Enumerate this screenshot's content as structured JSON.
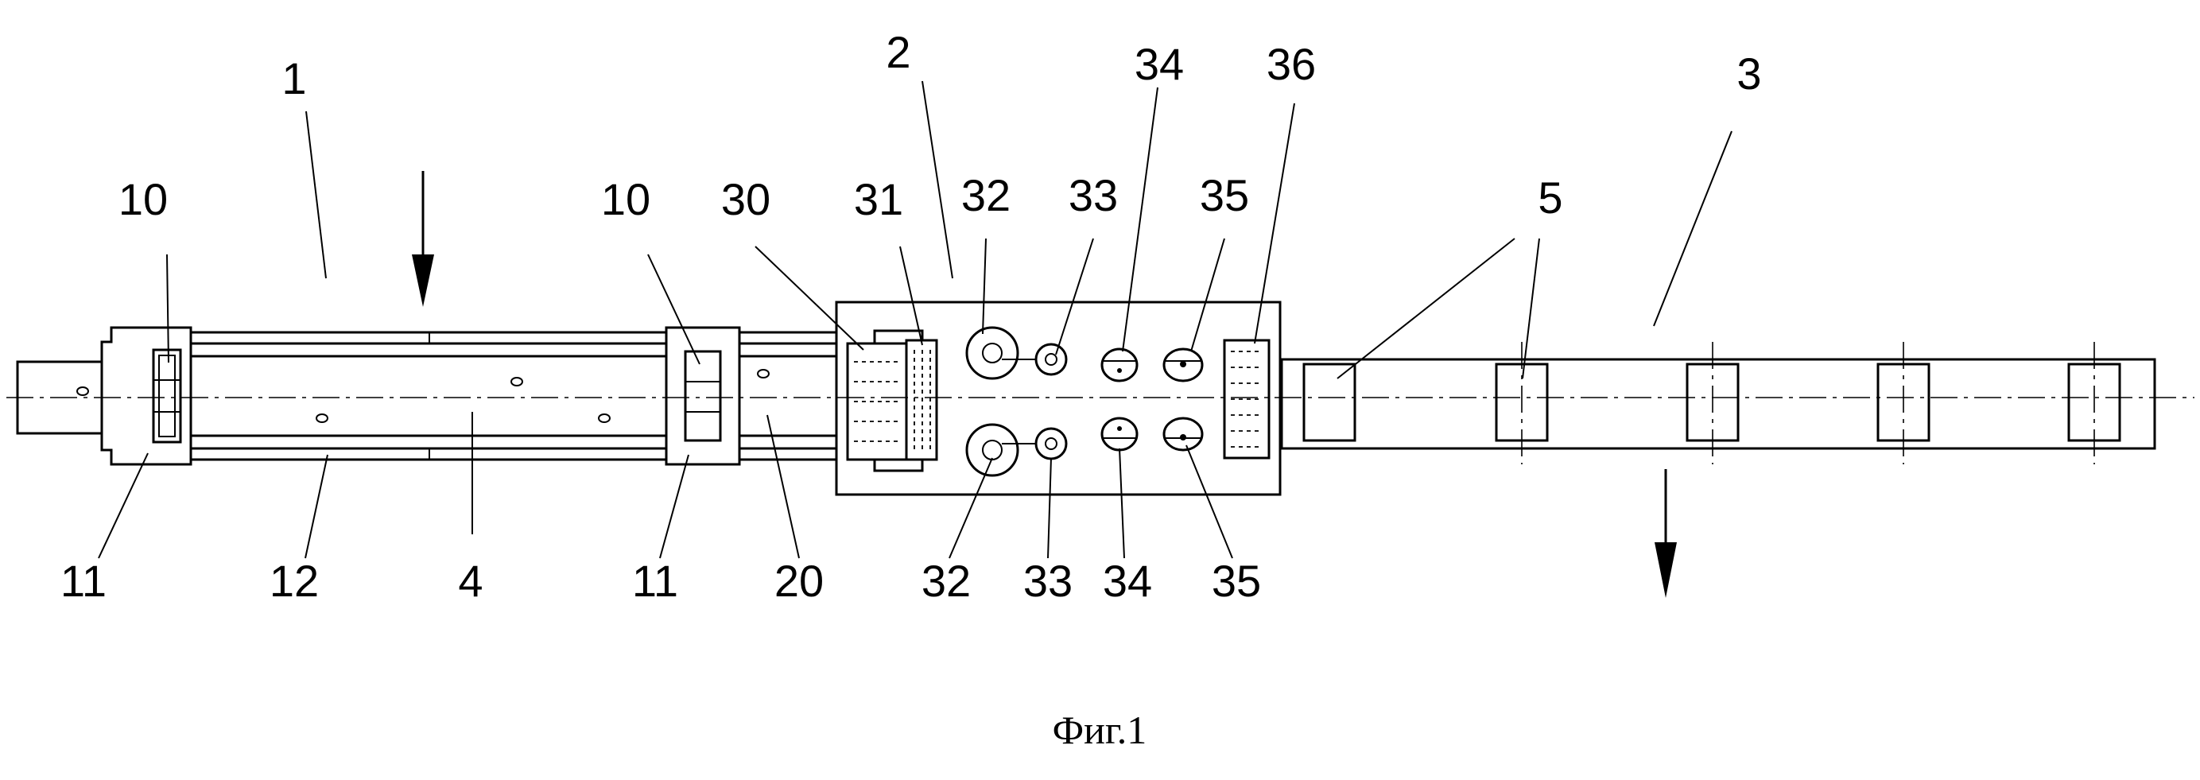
{
  "caption": "Фиг.1",
  "labels": {
    "l1": "1",
    "l2": "2",
    "l3": "3",
    "l4": "4",
    "l5a": "5",
    "l5b": "5",
    "l10a": "10",
    "l10b": "10",
    "l11a": "11",
    "l11b": "11",
    "l12": "12",
    "l20": "20",
    "l30": "30",
    "l31": "31",
    "l32a": "32",
    "l32b": "32",
    "l33a": "33",
    "l33b": "33",
    "l34a": "34",
    "l34b": "34",
    "l35a": "35",
    "l35b": "35",
    "l36": "36"
  }
}
